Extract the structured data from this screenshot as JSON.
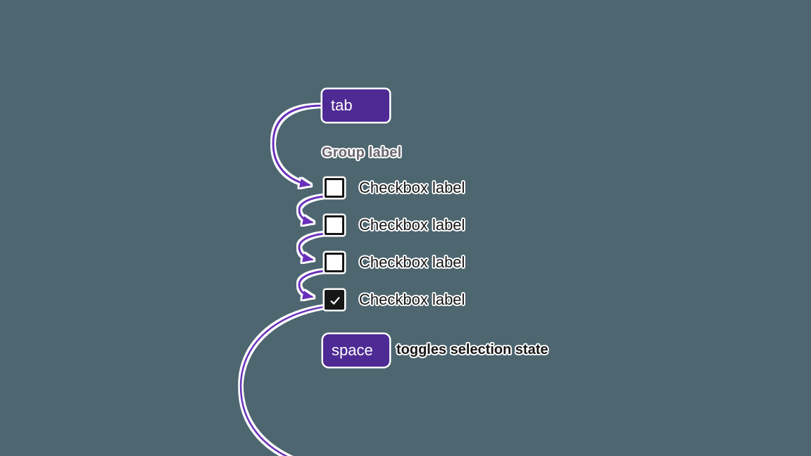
{
  "colors": {
    "bg": "#4d6670",
    "halo": "#ffffff",
    "key_bg": "#4e2a94",
    "key_text": "#ffffff",
    "arrow": "#6a2fbb",
    "text": "#161616",
    "group_label": "#6b6770",
    "checkbox_border": "#161616",
    "checkbox_fill": "#ffffff",
    "checkbox_checked_bg": "#161616",
    "checkmark": "#ffffff"
  },
  "diagram": {
    "tab_key": {
      "label": "tab"
    },
    "group": {
      "label": "Group label"
    },
    "checkboxes": [
      {
        "label": "Checkbox label",
        "checked": false
      },
      {
        "label": "Checkbox label",
        "checked": false
      },
      {
        "label": "Checkbox label",
        "checked": false
      },
      {
        "label": "Checkbox label",
        "checked": true
      }
    ],
    "space_key": {
      "label": "space"
    },
    "space_annotation": "toggles selection state"
  }
}
